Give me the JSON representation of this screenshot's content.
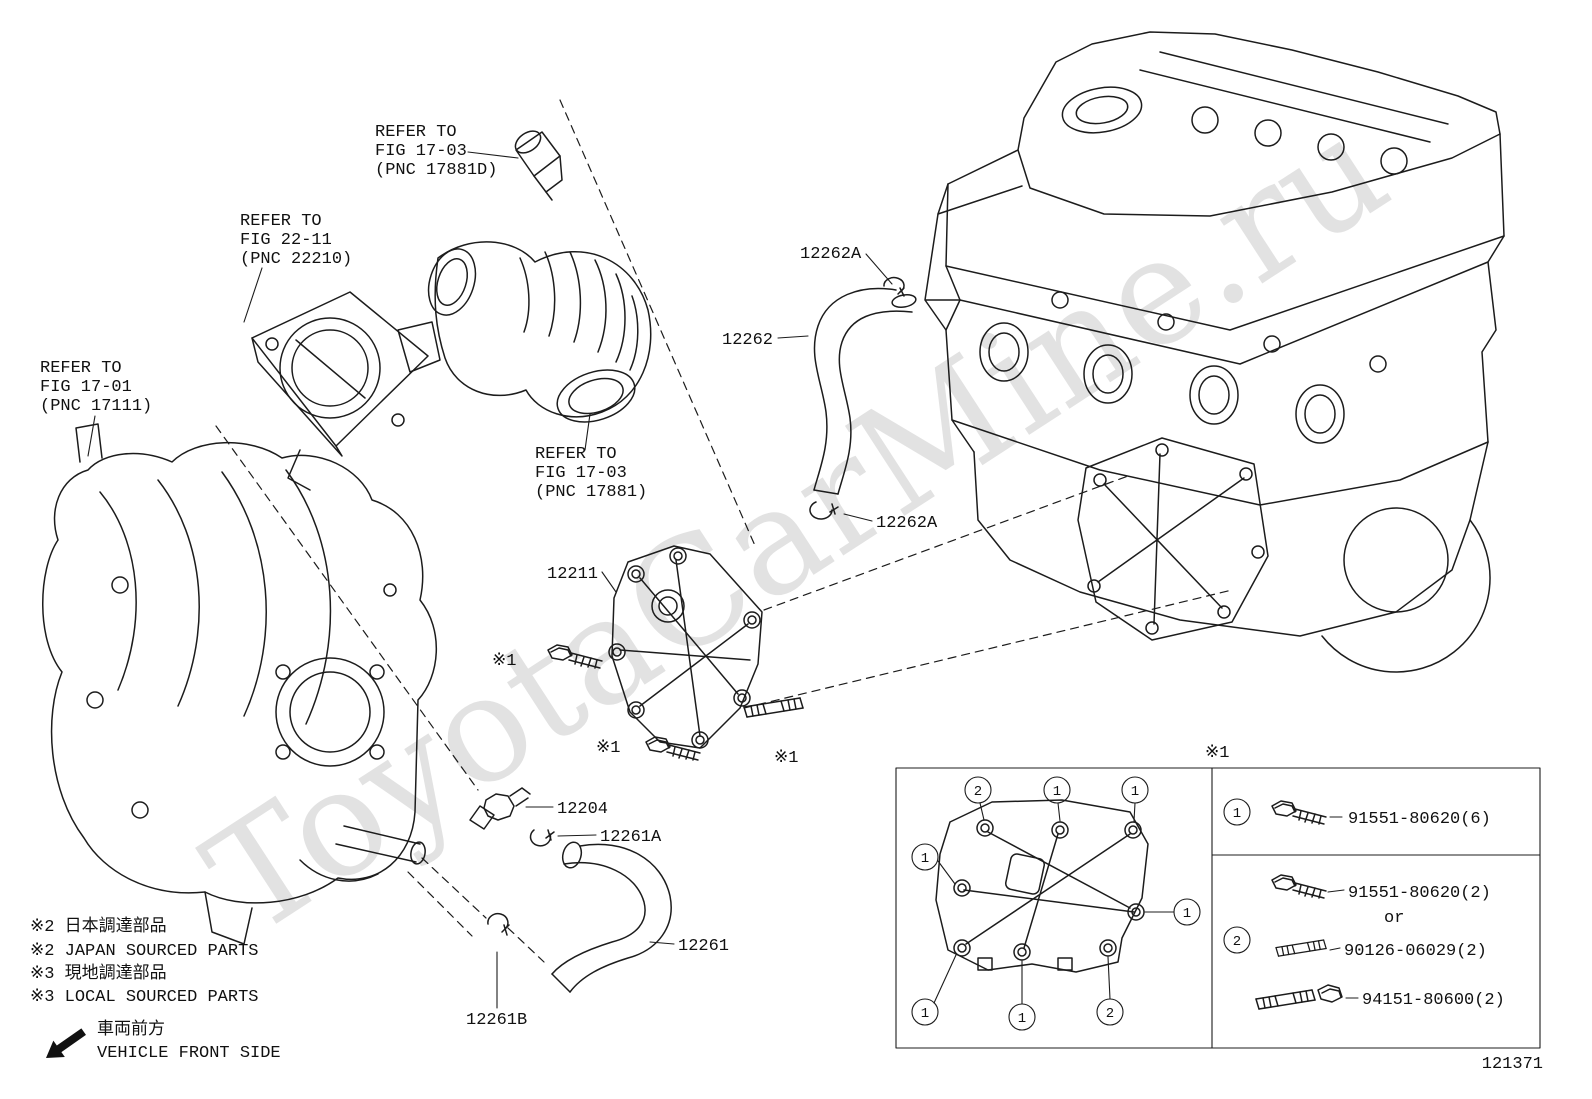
{
  "watermark": "ToyotaCarMine.ru",
  "figure_number": "121371",
  "refs": {
    "fig1703d": {
      "l1": "REFER TO",
      "l2": "FIG 17-03",
      "l3": "(PNC 17881D)"
    },
    "fig2211": {
      "l1": "REFER TO",
      "l2": "FIG 22-11",
      "l3": "(PNC 22210)"
    },
    "fig1701": {
      "l1": "REFER TO",
      "l2": "FIG 17-01",
      "l3": "(PNC 17111)"
    },
    "fig1703": {
      "l1": "REFER TO",
      "l2": "FIG 17-03",
      "l3": "(PNC 17881)"
    }
  },
  "parts": {
    "p12262a_upper": "12262A",
    "p12262": "12262",
    "p12262a_lower": "12262A",
    "p12211": "12211",
    "p12204": "12204",
    "p12261a": "12261A",
    "p12261": "12261",
    "p12261b": "12261B"
  },
  "marks": {
    "asterisk1": "※1"
  },
  "notes": {
    "n1": "※2 日本調達部品",
    "n2": "※2 JAPAN SOURCED PARTS",
    "n3": "※3 現地調達部品",
    "n4": "※3 LOCAL SOURCED PARTS"
  },
  "front": {
    "jp": "車両前方",
    "en": "VEHICLE FRONT SIDE"
  },
  "inset": {
    "title": "※1",
    "diagram_callouts": [
      "2",
      "1",
      "1",
      "1",
      "1",
      "1",
      "1",
      "2"
    ],
    "row1": {
      "callout": "1",
      "part": "91551-80620(6)"
    },
    "row2": {
      "callout": "2",
      "part_a": "91551-80620(2)",
      "or": "or",
      "part_b": "90126-06029(2)",
      "part_c": "94151-80600(2)"
    }
  }
}
